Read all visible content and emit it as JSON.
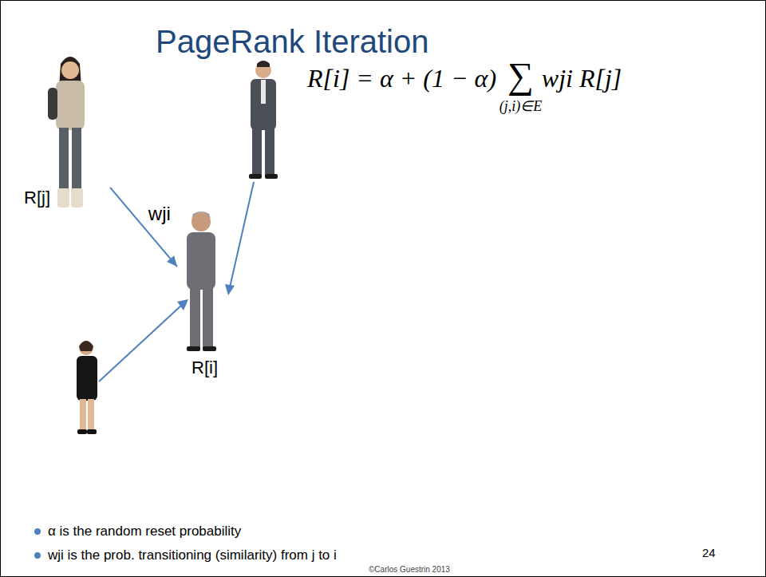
{
  "diagram": {
    "title": "PageRank Iteration",
    "nodes": [
      {
        "text": [
          "R[j]"
        ]
      },
      {
        "text": [
          "R[i]"
        ]
      }
    ],
    "edges": [
      {
        "from": 0,
        "to": 1,
        "arrow": "to",
        "label": "wji"
      }
    ],
    "labels": [
      "R[i] = α + (1 − α)",
      "∑",
      "(j,i)∈E",
      "wji R[j]",
      "α is the random reset probability",
      "wji is the prob. transitioning (similarity) from j to i",
      "©Carlos Guestrin 2013",
      "24"
    ]
  }
}
